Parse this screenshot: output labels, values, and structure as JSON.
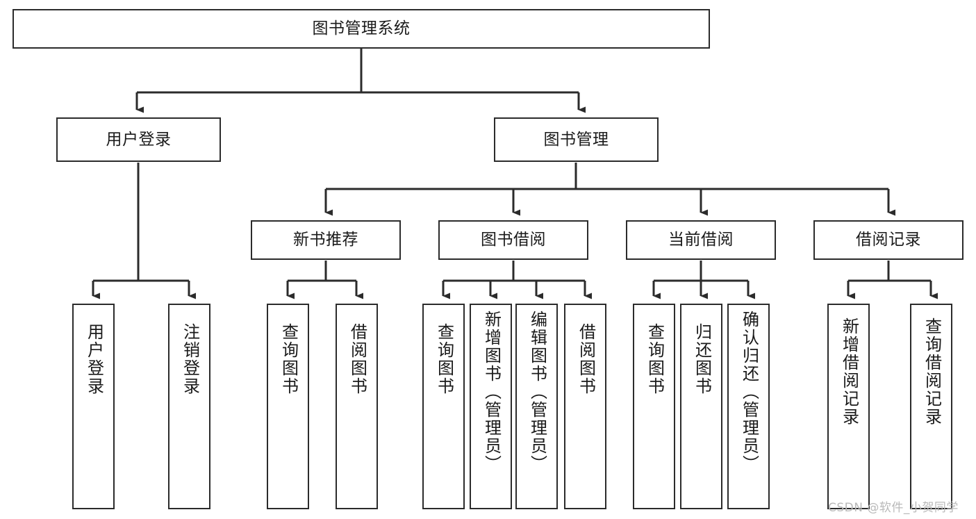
{
  "diagram": {
    "type": "tree",
    "title": "图书管理系统",
    "style": {
      "box_fill": "#ffffff",
      "box_stroke": "#2b2b2b",
      "text_color": "#1a1a1a",
      "connector_color": "#2b2b2b"
    },
    "nodes": {
      "root": {
        "label": "图书管理系统"
      },
      "level2": [
        {
          "id": "user-login",
          "label": "用户登录"
        },
        {
          "id": "book-manage",
          "label": "图书管理"
        }
      ],
      "level3": [
        {
          "id": "new-book-recommend",
          "label": "新书推荐"
        },
        {
          "id": "book-borrow",
          "label": "图书借阅"
        },
        {
          "id": "current-borrow",
          "label": "当前借阅"
        },
        {
          "id": "borrow-record",
          "label": "借阅记录"
        }
      ],
      "leaves": [
        {
          "id": "leaf-user-login",
          "label": "用户登录",
          "parent": "user-login"
        },
        {
          "id": "leaf-user-logout",
          "label": "注销登录",
          "parent": "user-login"
        },
        {
          "id": "leaf-query-book-1",
          "label": "查询图书",
          "parent": "new-book-recommend"
        },
        {
          "id": "leaf-borrow-book-1",
          "label": "借阅图书",
          "parent": "new-book-recommend"
        },
        {
          "id": "leaf-query-book-2",
          "label": "查询图书",
          "parent": "book-borrow"
        },
        {
          "id": "leaf-add-book",
          "label": "新增图书（管理员）",
          "parent": "book-borrow"
        },
        {
          "id": "leaf-edit-book",
          "label": "编辑图书（管理员）",
          "parent": "book-borrow"
        },
        {
          "id": "leaf-borrow-book-2",
          "label": "借阅图书",
          "parent": "book-borrow"
        },
        {
          "id": "leaf-query-book-3",
          "label": "查询图书",
          "parent": "current-borrow"
        },
        {
          "id": "leaf-return-book",
          "label": "归还图书",
          "parent": "current-borrow"
        },
        {
          "id": "leaf-confirm-return",
          "label": "确认归还（管理员）",
          "parent": "current-borrow"
        },
        {
          "id": "leaf-add-record",
          "label": "新增借阅记录",
          "parent": "borrow-record"
        },
        {
          "id": "leaf-query-record",
          "label": "查询借阅记录",
          "parent": "borrow-record"
        }
      ]
    }
  },
  "watermark": {
    "text": "CSDN @软件_小贺同学"
  }
}
